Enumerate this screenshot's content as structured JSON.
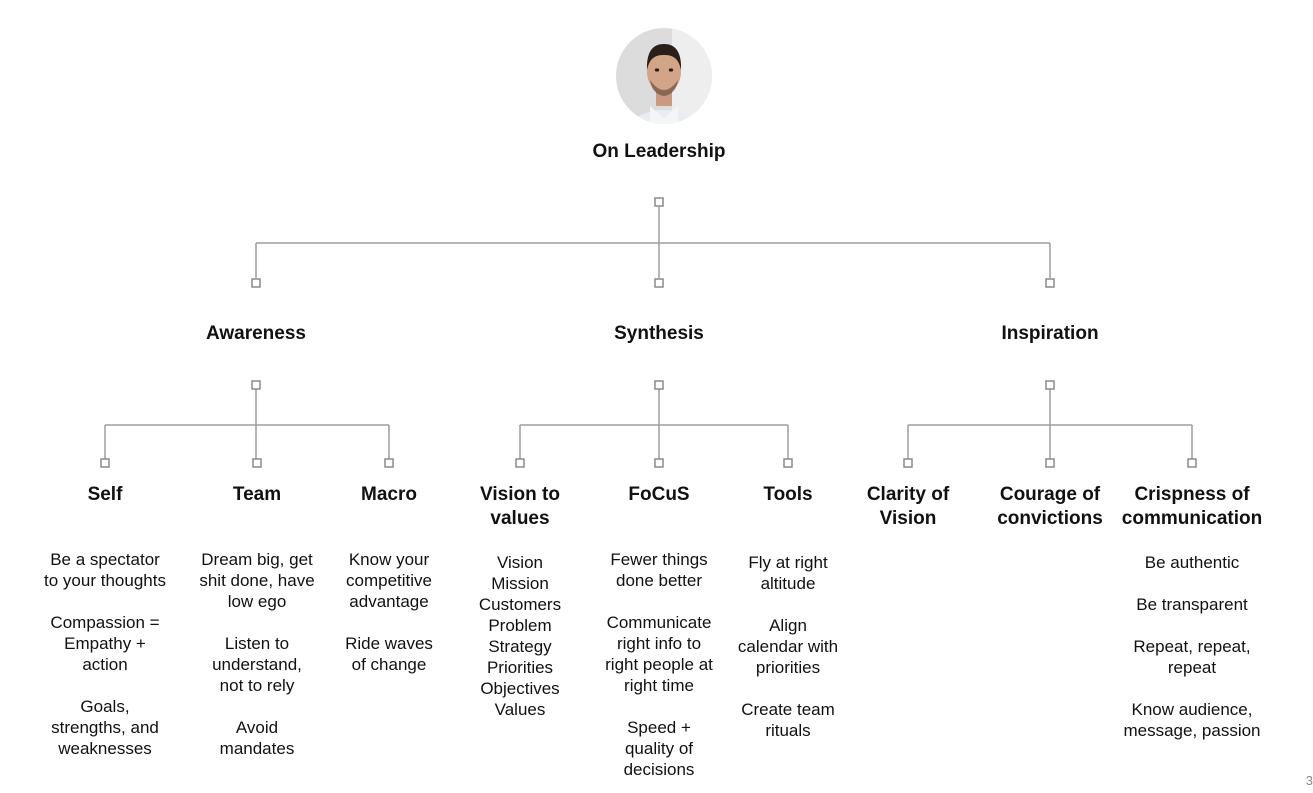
{
  "root": {
    "title": "On Leadership"
  },
  "branches": [
    {
      "title": "Awareness",
      "children": [
        {
          "title": "Self",
          "items": [
            "Be a spectator\nto your thoughts",
            "Compassion =\nEmpathy +\naction",
            "Goals,\nstrengths, and\nweaknesses"
          ]
        },
        {
          "title": "Team",
          "items": [
            "Dream big, get\nshit done, have\nlow ego",
            "Listen to\nunderstand,\nnot to rely",
            "Avoid\nmandates"
          ]
        },
        {
          "title": "Macro",
          "items": [
            "Know your\ncompetitive\nadvantage",
            "Ride waves\nof change"
          ]
        }
      ]
    },
    {
      "title": "Synthesis",
      "children": [
        {
          "title": "Vision to\nvalues",
          "items": [
            "Vision",
            "Mission",
            "Customers",
            "Problem",
            "Strategy",
            "Priorities",
            "Objectives",
            "Values"
          ]
        },
        {
          "title": "FoCuS",
          "items": [
            "Fewer things\ndone better",
            "Communicate\nright info to\nright people at\nright time",
            "Speed +\nquality of\ndecisions"
          ]
        },
        {
          "title": "Tools",
          "items": [
            "Fly at right\naltitude",
            "Align\ncalendar with\npriorities",
            "Create team\nrituals"
          ]
        }
      ]
    },
    {
      "title": "Inspiration",
      "children": [
        {
          "title": "Clarity of\nVision",
          "items": []
        },
        {
          "title": "Courage of\nconvictions",
          "items": []
        },
        {
          "title": "Crispness of\ncommunication",
          "items": [
            "Be authentic",
            "Be transparent",
            "Repeat, repeat,\nrepeat",
            "Know audience,\nmessage, passion"
          ]
        }
      ]
    }
  ],
  "page_number": "3",
  "colors": {
    "connector": "#9e9e9e",
    "text": "#111111"
  }
}
